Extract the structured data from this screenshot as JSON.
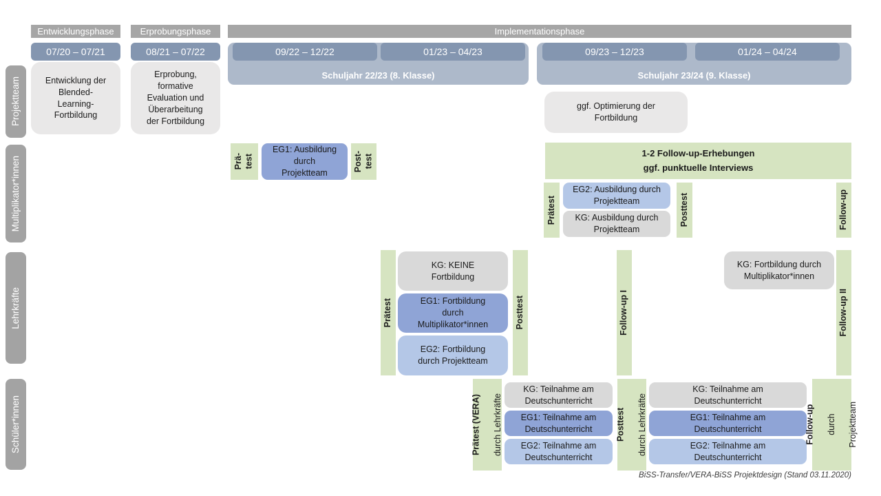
{
  "phases": {
    "entwicklung": "Entwicklungsphase",
    "erprobung": "Erprobungsphase",
    "implementation": "Implementationsphase"
  },
  "dates": [
    "07/20 – 07/21",
    "08/21 – 07/22",
    "09/22 – 12/22",
    "01/23 – 04/23",
    "09/23 – 12/23",
    "01/24 – 04/24"
  ],
  "schuljahre": [
    "Schuljahr 22/23 (8. Klasse)",
    "Schuljahr 23/24 (9. Klasse)"
  ],
  "rows": {
    "projektteam": {
      "label": "Projektteam",
      "entwicklung": "Entwicklung der\nBlended-\nLearning-\nFortbildung",
      "erprobung": "Erprobung,\nformative\nEvaluation und\nÜberarbeitung\nder Fortbildung",
      "optimierung": "ggf. Optimierung der\nFortbildung"
    },
    "multiplikatoren": {
      "label": "Multiplikator*innen",
      "praetest1": "Prä-\ntest",
      "eg1": "EG1: Ausbildung\ndurch\nProjektteam",
      "posttest1": "Post-\ntest",
      "followup_erhebungen": "1-2 Follow-up-Erhebungen\nggf. punktuelle Interviews",
      "praetest2": "Prätest",
      "eg2": "EG2: Ausbildung durch\nProjektteam",
      "kg": "KG: Ausbildung durch\nProjektteam",
      "posttest2": "Posttest",
      "followup": "Follow-up"
    },
    "lehrkraefte": {
      "label": "Lehrkräfte",
      "praetest": "Prätest",
      "kg_keine": "KG: KEINE\nFortbildung",
      "eg1": "EG1: Fortbildung\ndurch\nMultiplikator*innen",
      "eg2": "EG2: Fortbildung\ndurch Projektteam",
      "posttest": "Posttest",
      "followup1": "Follow-up I",
      "kg_fortbildung": "KG: Fortbildung durch\nMultiplikator*innen",
      "followup2": "Follow-up II"
    },
    "schueler": {
      "label": "Schüler*innen",
      "praetest_bold": "Prätest (VERA)",
      "praetest_sub": "durch Lehrkräfte",
      "kg1": "KG: Teilnahme am\nDeutschunterricht",
      "eg1a": "EG1: Teilnahme am\nDeutschunterricht",
      "eg2a": "EG2: Teilnahme am\nDeutschunterricht",
      "posttest_bold": "Posttest",
      "posttest_sub": "durch Lehrkräfte",
      "kg2": "KG: Teilnahme am\nDeutschunterricht",
      "eg1b": "EG1: Teilnahme am\nDeutschunterricht",
      "eg2b": "EG2: Teilnahme am\nDeutschunterricht",
      "followup_bold": "Follow-up",
      "followup_sub1": "durch",
      "followup_sub2": "Projektteam"
    }
  },
  "caption": "BiSS-Transfer/VERA-BiSS Projektdesign (Stand 03.11.2020)",
  "colors": {
    "phase_header": "#a6a6a6",
    "row_label": "#a3a3a3",
    "date_bar": "#8496b0",
    "schuljahr_bar": "#adb9ca",
    "panel_gray": "#e9e8e8",
    "kg_gray": "#d9d9d9",
    "eg1_blue": "#8fa4d6",
    "eg2_blue": "#b4c7e7",
    "green": "#d6e4c1"
  }
}
